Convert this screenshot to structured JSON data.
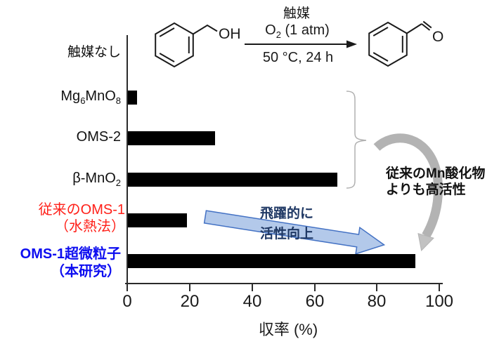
{
  "chart_data": {
    "type": "bar",
    "orientation": "horizontal",
    "categories": [
      "触媒なし",
      "Mg6MnO8",
      "OMS-2",
      "β-MnO2",
      "従来のOMS-1（水熱法）",
      "OMS-1超微粒子（本研究）"
    ],
    "values": [
      0,
      3,
      28,
      67,
      19,
      92
    ],
    "xlabel": "収率 (%)",
    "xlim": [
      0,
      100
    ],
    "xticks": [
      0,
      20,
      40,
      60,
      80,
      100
    ],
    "grid": false,
    "bar_color": "#000000"
  },
  "labels": {
    "row0": "触媒なし",
    "row1": {
      "p1": "Mg",
      "s1": "6",
      "p2": "MnO",
      "s2": "8"
    },
    "row2": "OMS-2",
    "row3": {
      "p1": "β-MnO",
      "s1": "2"
    },
    "row4_line1": "従来のOMS-1",
    "row4_line2": "（水熱法）",
    "row5_line1": "OMS-1超微粒子",
    "row5_line2": "（本研究）"
  },
  "scheme": {
    "catalyst": "触媒",
    "oxidant": {
      "base": "O",
      "sub": "2",
      "rest": " (1 atm)"
    },
    "conditions": "50 °C, 24 h",
    "reactant_group": "OH",
    "product_group": "O"
  },
  "annotations": {
    "improvement_line1": "飛躍的に",
    "improvement_line2": "活性向上",
    "comparison_line1": "従来のMn酸化物",
    "comparison_line2": "よりも高活性"
  },
  "colors": {
    "bar": "#000000",
    "red_label": "#ff2019",
    "blue_label": "#0d0df0",
    "annotation_blue_text": "#1f3864",
    "block_arrow_fill": "#b3c9ea",
    "block_arrow_border": "#4472c4",
    "curved_arrow": "#b3b3b3",
    "curved_arrow_head": "#c2c2c2",
    "bracket": "#b0b0b0"
  }
}
